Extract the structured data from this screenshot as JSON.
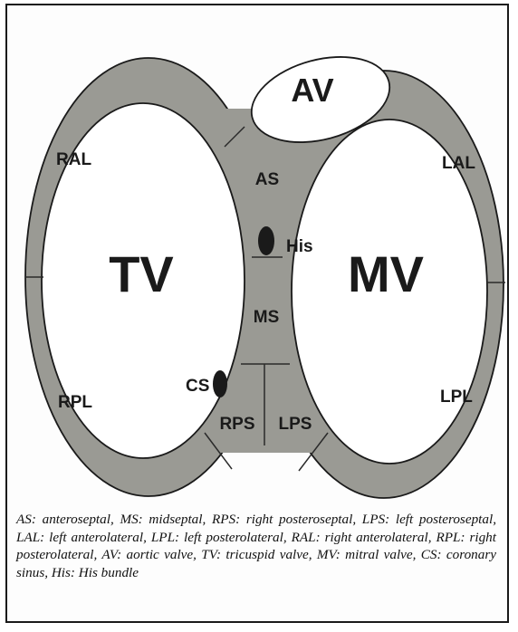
{
  "diagram": {
    "regions": {
      "av": "AV",
      "tv": "TV",
      "mv": "MV",
      "as": "AS",
      "ms": "MS",
      "rps": "RPS",
      "lps": "LPS",
      "ral": "RAL",
      "lal": "LAL",
      "rpl": "RPL",
      "lpl": "LPL",
      "cs": "CS",
      "his": "His"
    },
    "colors": {
      "tissue": "#9a9a94",
      "valve": "#ffffff",
      "outline": "#1a1a1a"
    }
  },
  "caption": "AS: anteroseptal, MS: midseptal, RPS: right posteroseptal, LPS: left posteroseptal, LAL: left anterolateral, LPL: left posterolateral, RAL: right anterolateral, RPL: right posterolateral, AV: aortic valve, TV: tricuspid valve, MV: mitral valve, CS: coronary sinus, His: His bundle"
}
